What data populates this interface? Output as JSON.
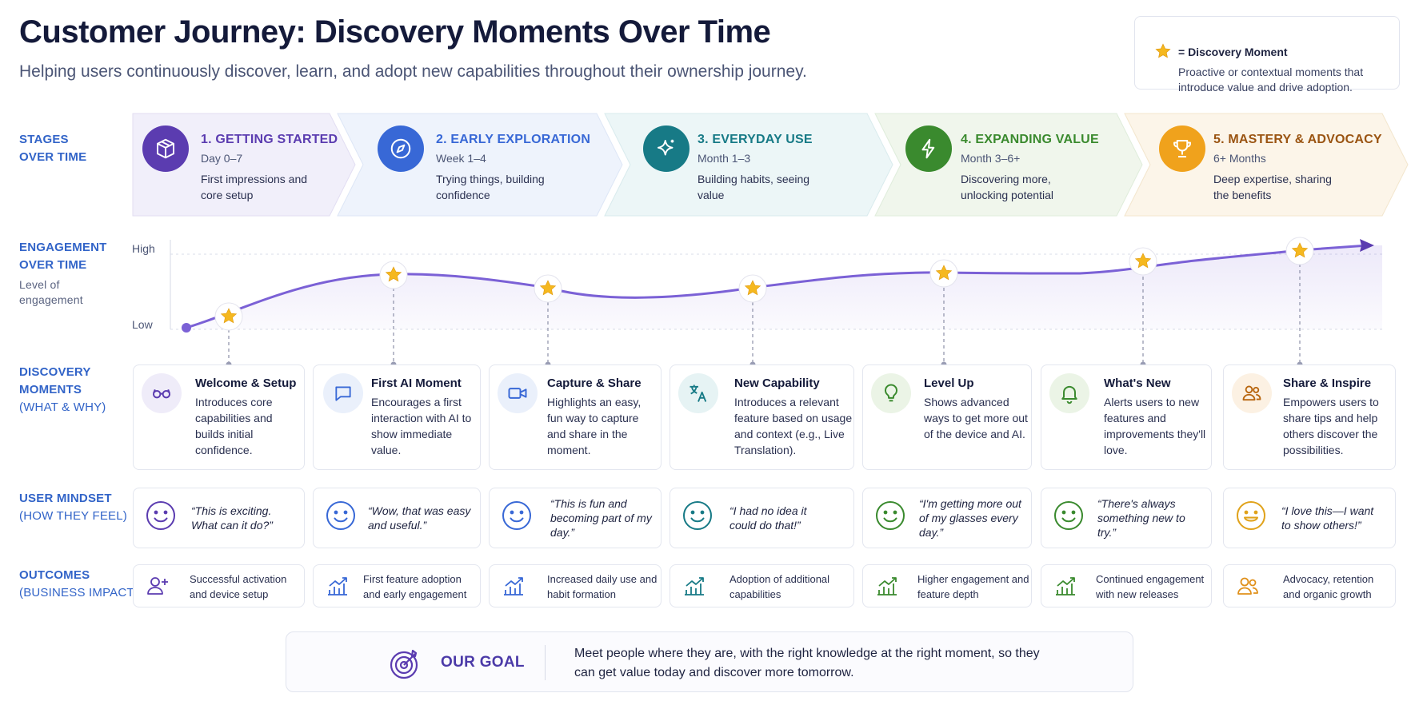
{
  "header": {
    "title": "Customer Journey: Discovery Moments Over Time",
    "subtitle": "Helping users continuously discover, learn, and adopt new capabilities throughout their ownership journey."
  },
  "legend": {
    "title": "= Discovery Moment",
    "description": "Proactive or contextual moments that introduce value and drive adoption."
  },
  "row_labels": {
    "stages": [
      "STAGES",
      "OVER TIME"
    ],
    "engagement": [
      "ENGAGEMENT",
      "OVER TIME"
    ],
    "engagement_sub": "Level of engagement",
    "moments": [
      "DISCOVERY",
      "MOMENTS",
      "(WHAT & WHY)"
    ],
    "mindset": [
      "USER MINDSET",
      "(HOW THEY FEEL)"
    ],
    "outcomes": [
      "OUTCOMES",
      "(BUSINESS IMPACT)"
    ]
  },
  "stages": [
    {
      "title": "1. GETTING STARTED",
      "period": "Day 0–7",
      "desc": "First impressions and core setup",
      "icon": "box-icon",
      "color": "#5b3cb0",
      "bg": "#f1effa"
    },
    {
      "title": "2. EARLY EXPLORATION",
      "period": "Week 1–4",
      "desc": "Trying things, building confidence",
      "icon": "compass-icon",
      "color": "#3868d6",
      "bg": "#eef3fc"
    },
    {
      "title": "3. EVERYDAY USE",
      "period": "Month 1–3",
      "desc": "Building habits, seeing value",
      "icon": "sparkle-icon",
      "color": "#177a86",
      "bg": "#ecf6f7"
    },
    {
      "title": "4. EXPANDING VALUE",
      "period": "Month 3–6+",
      "desc": "Discovering more, unlocking potential",
      "icon": "lightning-icon",
      "color": "#3a8a2e",
      "bg": "#f0f6ec"
    },
    {
      "title": "5. MASTERY & ADVOCACY",
      "period": "6+ Months",
      "desc": "Deep expertise, sharing the benefits",
      "icon": "trophy-icon",
      "color": "#9a5412",
      "bg": "#fcf5e9"
    }
  ],
  "engagement_axis": {
    "high": "High",
    "low": "Low"
  },
  "moments": [
    {
      "title": "Welcome & Setup",
      "desc": "Introduces core capabilities and builds initial confidence.",
      "icon": "glasses-icon",
      "color": "#5b3cb0",
      "bg": "#efecf9"
    },
    {
      "title": "First AI Moment",
      "desc": "Encourages a first interaction with AI to show immediate value.",
      "icon": "chat-icon",
      "color": "#3868d6",
      "bg": "#eaf0fb"
    },
    {
      "title": "Capture & Share",
      "desc": "Highlights an easy, fun way to capture and share in the moment.",
      "icon": "video-icon",
      "color": "#3868d6",
      "bg": "#eaf0fb"
    },
    {
      "title": "New Capability",
      "desc": "Introduces a relevant feature based on usage and context (e.g., Live Translation).",
      "icon": "translate-icon",
      "color": "#177a86",
      "bg": "#e6f3f4"
    },
    {
      "title": "Level Up",
      "desc": "Shows advanced ways to get more out of the device and AI.",
      "icon": "lightbulb-icon",
      "color": "#3a8a2e",
      "bg": "#ebf4e6"
    },
    {
      "title": "What's New",
      "desc": "Alerts users to new features and improvements they'll love.",
      "icon": "bell-icon",
      "color": "#3a8a2e",
      "bg": "#ebf4e6"
    },
    {
      "title": "Share & Inspire",
      "desc": "Empowers users to share tips and help others discover the possibilities.",
      "icon": "people-icon",
      "color": "#b8660f",
      "bg": "#fcf1e3"
    }
  ],
  "mindset": [
    {
      "quote": "“This is exciting. What can it do?”",
      "color": "#5b3cb0"
    },
    {
      "quote": "“Wow, that was easy and useful.”",
      "color": "#3868d6"
    },
    {
      "quote": "“This is fun and becoming part of my day.”",
      "color": "#3868d6"
    },
    {
      "quote": "“I had no idea it could do that!”",
      "color": "#177a86"
    },
    {
      "quote": "“I'm getting more out of my glasses every day.”",
      "color": "#3a8a2e"
    },
    {
      "quote": "“There's always something new to try.”",
      "color": "#3a8a2e"
    },
    {
      "quote": "“I love this—I want to show others!”",
      "color": "#e0a21a"
    }
  ],
  "outcomes": [
    {
      "text": "Successful activation and device setup",
      "icon": "add-user-icon",
      "color": "#5b3cb0"
    },
    {
      "text": "First feature adoption and early engagement",
      "icon": "growth-chart-icon",
      "color": "#3868d6"
    },
    {
      "text": "Increased daily use and habit formation",
      "icon": "growth-chart-icon",
      "color": "#3868d6"
    },
    {
      "text": "Adoption of additional capabilities",
      "icon": "growth-chart-icon",
      "color": "#177a86"
    },
    {
      "text": "Higher engagement and feature depth",
      "icon": "growth-chart-icon",
      "color": "#3a8a2e"
    },
    {
      "text": "Continued engagement with new releases",
      "icon": "growth-chart-icon",
      "color": "#3a8a2e"
    },
    {
      "text": "Advocacy, retention and organic growth",
      "icon": "people-icon",
      "color": "#e0901a"
    }
  ],
  "goal": {
    "label": "OUR GOAL",
    "text": "Meet people where they are, with the right knowledge at the right moment, so they can get value today and discover more tomorrow."
  },
  "colors": {
    "accent": "#5b3cb0",
    "star": "#f5b81f",
    "label_blue": "#3264c8"
  }
}
